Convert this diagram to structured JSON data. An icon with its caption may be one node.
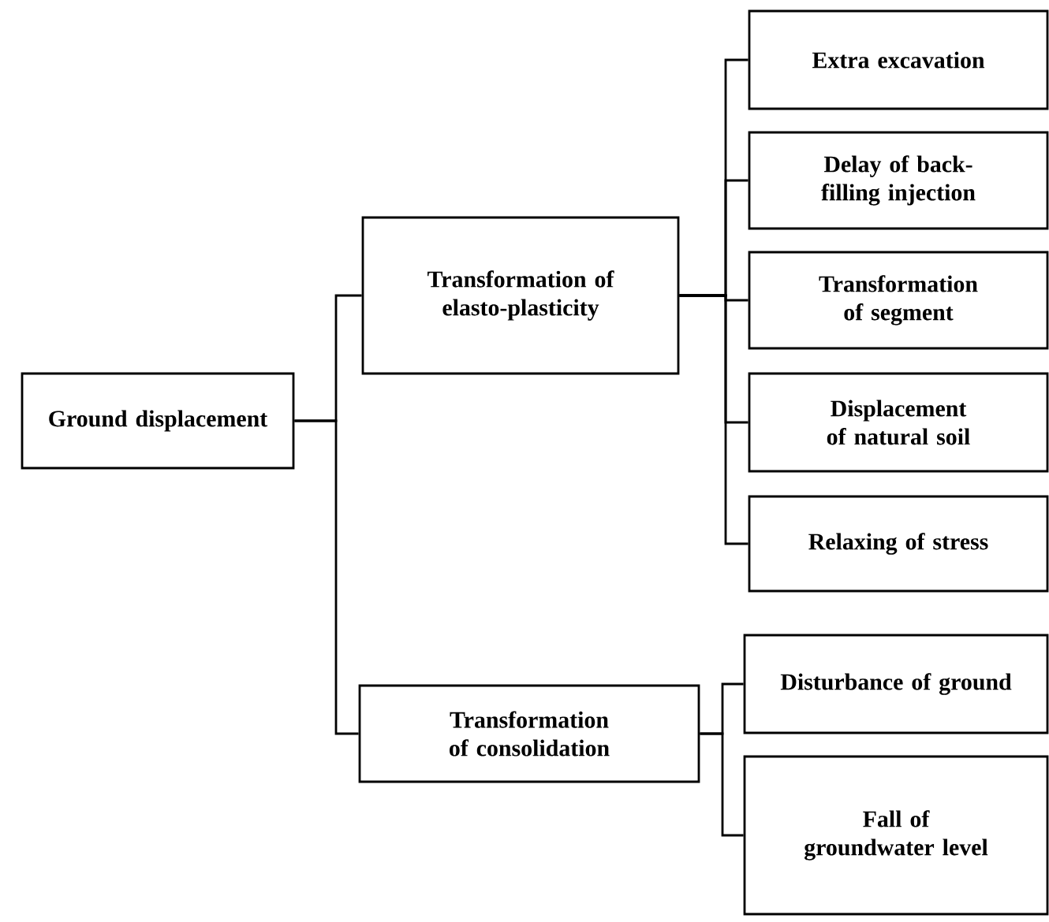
{
  "diagram": {
    "nodes": [
      {
        "text": [
          "Ground displacement"
        ]
      },
      {
        "text": [
          "Transformation of elasto-plasticity"
        ]
      },
      {
        "text": [
          "Transformation of consolidation"
        ]
      },
      {
        "text": [
          "Extra excavation"
        ]
      },
      {
        "text": [
          "Delay of back-filling injection"
        ]
      },
      {
        "text": [
          "Transformation of segment"
        ]
      },
      {
        "text": [
          "Displacement of natural soil"
        ]
      },
      {
        "text": [
          "Relaxing of stress"
        ]
      },
      {
        "text": [
          "Disturbance of ground"
        ]
      },
      {
        "text": [
          "Fall of groundwater level"
        ]
      }
    ],
    "edges": [
      {
        "from": 0,
        "to": 1,
        "arrow": "none"
      },
      {
        "from": 0,
        "to": 2,
        "arrow": "none"
      },
      {
        "from": 1,
        "to": 3,
        "arrow": "none"
      },
      {
        "from": 1,
        "to": 4,
        "arrow": "none"
      },
      {
        "from": 1,
        "to": 5,
        "arrow": "none"
      },
      {
        "from": 1,
        "to": 6,
        "arrow": "none"
      },
      {
        "from": 1,
        "to": 7,
        "arrow": "none"
      },
      {
        "from": 2,
        "to": 8,
        "arrow": "none"
      },
      {
        "from": 2,
        "to": 9,
        "arrow": "none"
      }
    ]
  }
}
